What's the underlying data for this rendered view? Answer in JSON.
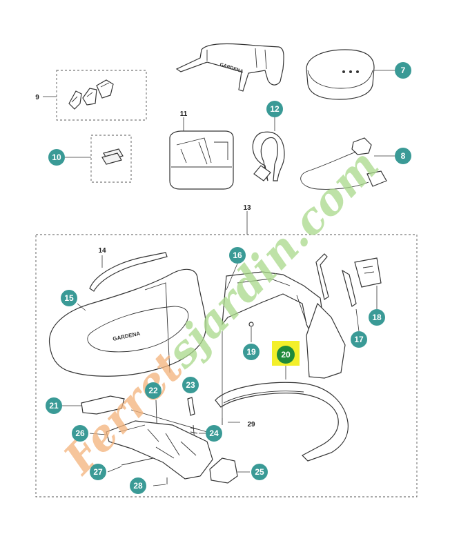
{
  "colors": {
    "callout_fill": "#3a9a96",
    "highlight_fill": "#1f8a3a",
    "highlight_bg": "#f3ef2a",
    "watermark_orange": "#f3b27a",
    "watermark_green": "#a9d98a"
  },
  "brand_label": "GARDENA",
  "watermark": "Ferretsjardin.com",
  "callouts": [
    {
      "id": "7",
      "style": "circle"
    },
    {
      "id": "8",
      "style": "circle"
    },
    {
      "id": "10",
      "style": "circle"
    },
    {
      "id": "12",
      "style": "circle"
    },
    {
      "id": "15",
      "style": "circle"
    },
    {
      "id": "16",
      "style": "circle"
    },
    {
      "id": "17",
      "style": "circle"
    },
    {
      "id": "18",
      "style": "circle"
    },
    {
      "id": "19",
      "style": "circle"
    },
    {
      "id": "20",
      "style": "highlight"
    },
    {
      "id": "21",
      "style": "circle"
    },
    {
      "id": "22",
      "style": "circle"
    },
    {
      "id": "23",
      "style": "circle"
    },
    {
      "id": "24",
      "style": "circle"
    },
    {
      "id": "25",
      "style": "circle"
    },
    {
      "id": "26",
      "style": "circle"
    },
    {
      "id": "27",
      "style": "circle"
    },
    {
      "id": "28",
      "style": "circle"
    }
  ],
  "plain_labels": [
    "9",
    "11",
    "13",
    "14",
    "29"
  ]
}
